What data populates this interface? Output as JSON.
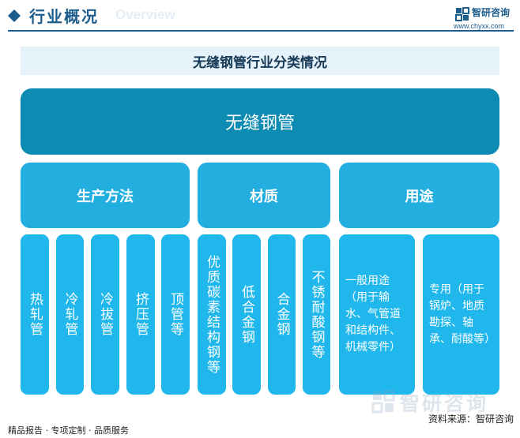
{
  "header": {
    "title": "行业概况",
    "ghost_text": "Overview"
  },
  "brand": {
    "name": "智研咨询",
    "url": "www.chyxx.com",
    "watermark": "智研咨询"
  },
  "diagram": {
    "title": "无缝钢管行业分类情况",
    "root": "无缝钢管",
    "categories": [
      {
        "label": "生产方法",
        "items": [
          "热轧管",
          "冷轧管",
          "冷拔管",
          "挤压管",
          "顶管等"
        ]
      },
      {
        "label": "材质",
        "items": [
          "优质碳素结构钢等",
          "低合金钢",
          "合金钢",
          "不锈耐酸钢等"
        ]
      },
      {
        "label": "用途",
        "items": [
          "一般用途（用于输水、气管道和结构件、机械零件）",
          "专用（用于锅炉、地质勘探、轴承、耐酸等）"
        ]
      }
    ]
  },
  "footer": {
    "tagline": "精品报告 · 专项定制 · 品质服务",
    "source": "资料来源：智研咨询"
  },
  "colors": {
    "header_text": "#1b5d8c",
    "root_box": "#0e8bb3",
    "category_box": "#23aee0",
    "leaf_box": "#20b7ec",
    "title_band": "#e6f2f9"
  }
}
